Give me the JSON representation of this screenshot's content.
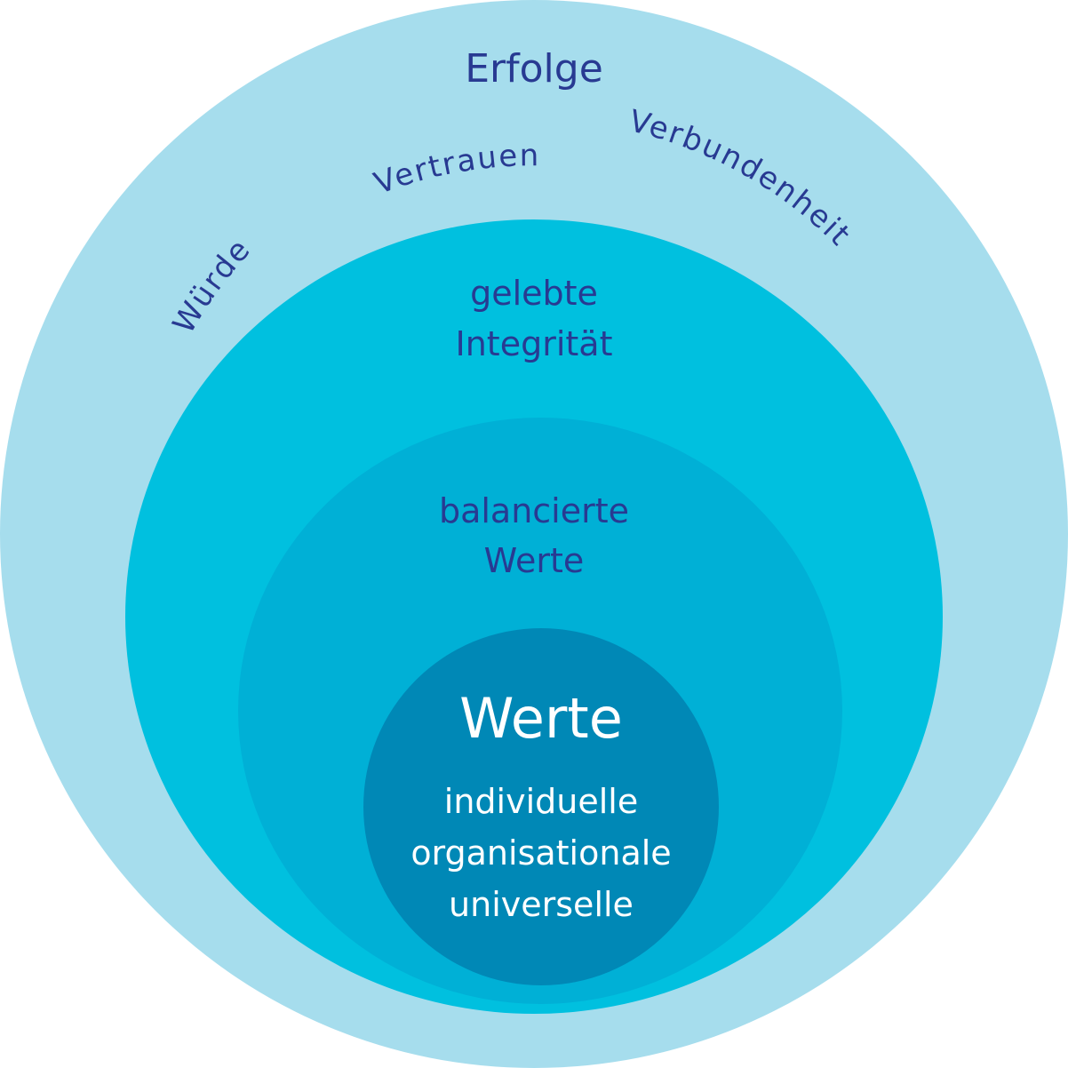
{
  "colors": {
    "background": "#ffffff",
    "ring_outer": "#a6dded",
    "ring_second": "#00c0df",
    "ring_third": "#00b0d6",
    "core": "#0088b6",
    "text_dark": "#283a92",
    "text_light": "#ffffff"
  },
  "rings": {
    "outer": {
      "title": "Erfolge",
      "arc_words": [
        "Würde",
        "Vertrauen",
        "Verbundenheit"
      ]
    },
    "second": {
      "line1": "gelebte",
      "line2": "Integrität"
    },
    "third": {
      "line1": "balancierte",
      "line2": "Werte"
    },
    "core": {
      "title": "Werte",
      "items": [
        "individuelle",
        "organisationale",
        "universelle"
      ]
    }
  }
}
